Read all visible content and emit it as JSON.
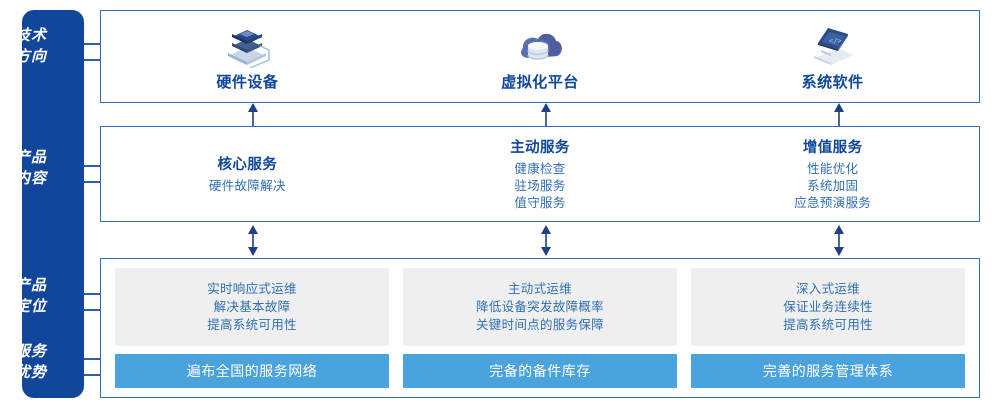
{
  "sidebar": {
    "labels": [
      {
        "name": "tech-direction",
        "line1": "技术",
        "line2": "方向"
      },
      {
        "name": "product-content",
        "line1": "产品",
        "line2": "内容"
      },
      {
        "name": "product-position",
        "line1": "产品",
        "line2": "定位"
      },
      {
        "name": "service-advantage",
        "line1": "服务",
        "line2": "优势"
      }
    ]
  },
  "colors": {
    "sidebar_bg": "#10479B",
    "panel_border": "#2f6fb5",
    "heading_blue": "#10479B",
    "body_blue": "#2f6fb5",
    "gray_box": "#efefef",
    "blue_bar": "#4ba3dd",
    "arrow": "#1f3f86"
  },
  "tech": {
    "items": [
      {
        "icon": "server-stack-icon",
        "label": "硬件设备"
      },
      {
        "icon": "cloud-database-icon",
        "label": "虚拟化平台"
      },
      {
        "icon": "laptop-code-icon",
        "label": "系统软件"
      }
    ]
  },
  "content": {
    "columns": [
      {
        "title": "核心服务",
        "items": [
          "硬件故障解决"
        ]
      },
      {
        "title": "主动服务",
        "items": [
          "健康检查",
          "驻场服务",
          "值守服务"
        ]
      },
      {
        "title": "增值服务",
        "items": [
          "性能优化",
          "系统加固",
          "应急预演服务"
        ]
      }
    ]
  },
  "bottom": {
    "columns": [
      {
        "position_lines": [
          "实时响应式运维",
          "解决基本故障",
          "提高系统可用性"
        ],
        "advantage": "遍布全国的服务网络"
      },
      {
        "position_lines": [
          "主动式运维",
          "降低设备突发故障概率",
          "关键时间点的服务保障"
        ],
        "advantage": "完备的备件库存"
      },
      {
        "position_lines": [
          "深入式运维",
          "保证业务连续性",
          "提高系统可用性"
        ],
        "advantage": "完善的服务管理体系"
      }
    ]
  }
}
